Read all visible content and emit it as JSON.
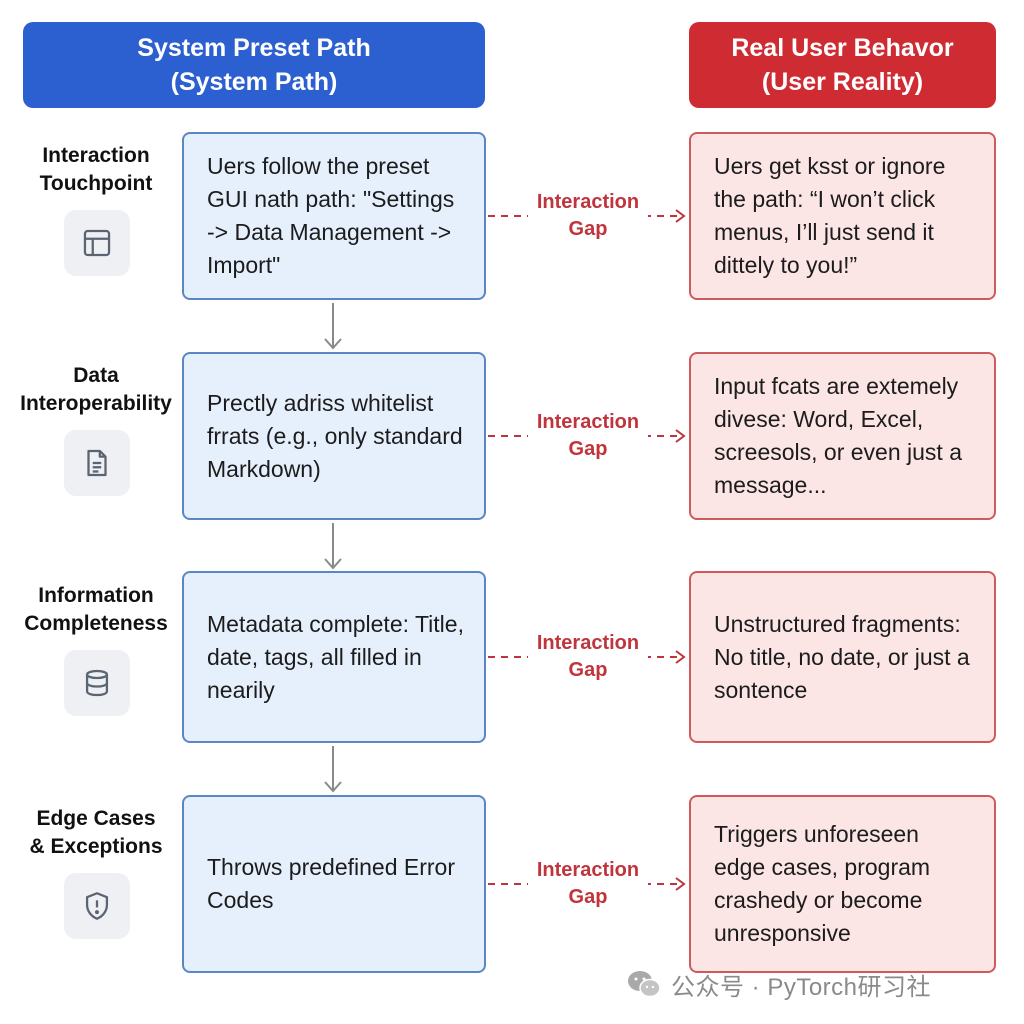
{
  "headers": {
    "system": {
      "line1": "System Preset Path",
      "line2": "(System Path)"
    },
    "user": {
      "line1": "Real User Behavor",
      "line2": "(User Reality)"
    }
  },
  "gap_label": {
    "line1": "Interaction",
    "line2": "Gap"
  },
  "rows": [
    {
      "label_line1": "Interaction",
      "label_line2": "Touchpoint",
      "icon": "layout-icon",
      "system_text": "Uers follow the preset GUI nath path: \"Settings -> Data Management -> Import\"",
      "user_text": "Uers get ksst or ignore the path: “I won’t click menus, I’ll just send it dittely to you!”"
    },
    {
      "label_line1": "Data",
      "label_line2": "Interoperability",
      "icon": "document-icon",
      "system_text": "Prectly adriss whitelist frrats (e.g., only standard Markdown)",
      "user_text": "Input fcats are extemely divese: Word, Excel, screesols, or even just a message..."
    },
    {
      "label_line1": "Information",
      "label_line2": "Completeness",
      "icon": "database-icon",
      "system_text": "Metadata complete: Title, date, tags, all filled in nearily",
      "user_text": "Unstructured fragments: No title, no date, or just a sontence"
    },
    {
      "label_line1": "Edge Cases",
      "label_line2": "& Exceptions",
      "icon": "shield-alert-icon",
      "system_text": "Throws predefined Error Codes",
      "user_text": "Triggers unforeseen edge cases, program crashedy or become unresponsive"
    }
  ],
  "watermark": "公众号 · PyTorch研习社",
  "colors": {
    "system_header": "#2c5fd0",
    "user_header": "#cf2b33",
    "system_box_fill": "#e6f0fc",
    "system_box_border": "#5b86c4",
    "user_box_fill": "#fbe5e5",
    "user_box_border": "#cf5a5e",
    "gap_color": "#c0353c"
  }
}
